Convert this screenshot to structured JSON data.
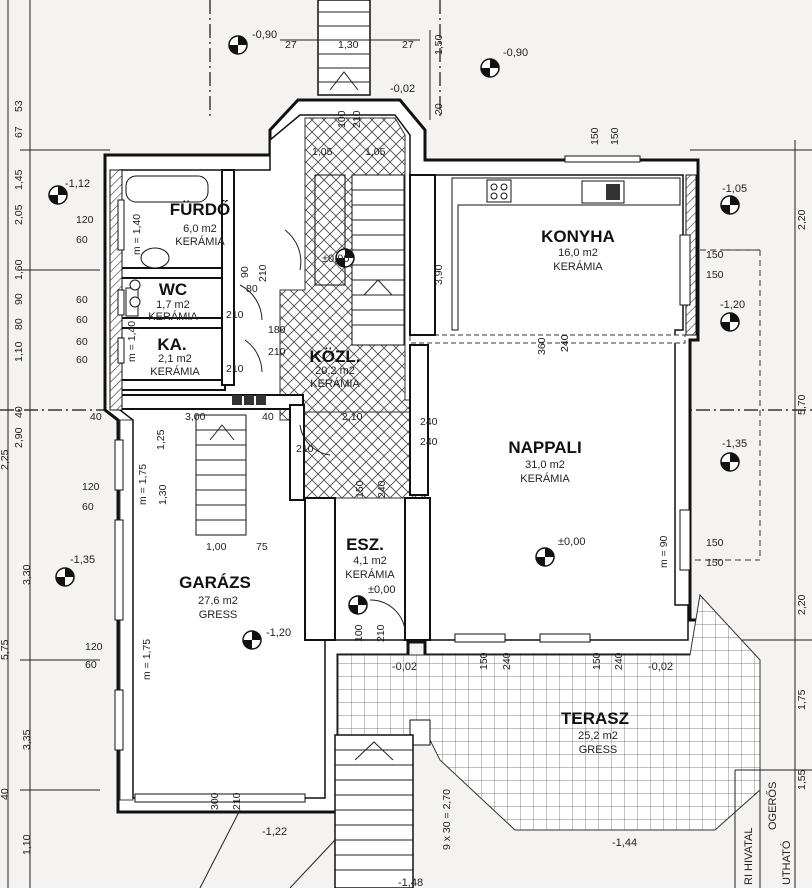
{
  "rooms": {
    "furdo": {
      "name": "FÜRDŐ",
      "area": "6,0 m2",
      "floor": "KERÁMIA"
    },
    "wc": {
      "name": "WC",
      "area": "1,7 m2",
      "floor": "KERÁMIA"
    },
    "kamra": {
      "name": "KA.",
      "area": "2,1 m2",
      "floor": "KERÁMIA"
    },
    "kozl": {
      "name": "KÖZL.",
      "area": "20,2 m2",
      "floor": "KERÁMIA"
    },
    "konyha": {
      "name": "KONYHA",
      "area": "16,0 m2",
      "floor": "KERÁMIA"
    },
    "nappali": {
      "name": "NAPPALI",
      "area": "31,0 m2",
      "floor": "KERÁMIA"
    },
    "esz": {
      "name": "ESZ.",
      "area": "4,1 m2",
      "floor": "KERÁMIA"
    },
    "garazs": {
      "name": "GARÁZS",
      "area": "27,6 m2",
      "floor": "GRESS"
    },
    "terasz": {
      "name": "TERASZ",
      "area": "25,2 m2",
      "floor": "GRESS"
    }
  },
  "levels": {
    "top_left": "-0,90",
    "top_right": "-0,90",
    "entry_top": "-0,02",
    "furdo_side": "-1,12",
    "konyha_side": "-1,05",
    "side_right_mid": "-1,20",
    "nappali_side": "-1,35",
    "garage_side": "-1,35",
    "garage_inner": "-1,20",
    "kozl_floor": "±0,00",
    "nappali_floor": "±0,00",
    "esz_floor": "±0,00",
    "esz_door": "-0,02",
    "terrace_door": "-0,02",
    "garage_front": "-1,22",
    "terrace_front": "-1,44",
    "stair_bottom": "-1,48"
  },
  "dims": {
    "top_27a": "27",
    "top_130": "1,30",
    "top_27b": "27",
    "top_150v": "1,50",
    "top_20": "20",
    "kozl_105a": "1,05",
    "kozl_105b": "1,05",
    "stair_210": "210",
    "stair_100": "100",
    "konyha_150a": "150",
    "konyha_150b": "150",
    "konyha_390": "3,90",
    "win_120a": "120",
    "win_60a": "60",
    "wc_60a": "60",
    "wc_60b": "60",
    "ka_60a": "60",
    "ka_60b": "60",
    "door_90": "90",
    "door_210a": "210",
    "door_80": "80",
    "door_180": "180",
    "door_210b": "210",
    "door_210c": "210",
    "door_210d": "210",
    "door_210e": "210",
    "m_furdo": "m = 1,40",
    "m_ka": "m = 1,40",
    "konyha_360": "360",
    "konyha_240": "240",
    "right_150a": "150",
    "right_150b": "150",
    "right_150c": "150",
    "right_150d": "150",
    "axis_40a": "40",
    "axis_300": "3,00",
    "axis_40b": "40",
    "axis_210": "2,10",
    "axis_240a": "240",
    "axis_240b": "240",
    "stair_125": "1,25",
    "stair_m175": "m = 1,75",
    "stair_130": "1,30",
    "stair_100h": "1,00",
    "stair_75": "75",
    "win_120b": "120",
    "win_60b": "60",
    "m_garage": "m = 1,75",
    "win_120c": "120",
    "win_60c": "60",
    "kozl_150": "150",
    "kozl_240": "240",
    "nappali_m90": "m = 90",
    "nappali_150": "150",
    "nappali_150b": "150",
    "esz_100": "100",
    "esz_210": "210",
    "garage_300": "300",
    "garage_210": "210",
    "terr_150a": "150",
    "terr_240a": "240",
    "terr_150b": "150",
    "terr_240b": "240",
    "stairs_930": "9 x 30 = 2,70",
    "l_053": "53",
    "l_067": "67",
    "l_145": "1,45",
    "l_205": "2,05",
    "l_160": "1,60",
    "l_090": "90",
    "l_080": "80",
    "l_110": "1,10",
    "l_040": "40",
    "l_290": "2,90",
    "l_225": "2,25",
    "l_330": "3,30",
    "l_575": "5,75",
    "l_335": "3,35",
    "l_040b": "40",
    "l_110b": "1,10",
    "r_220": "2,20",
    "r_570": "5,70",
    "r_220b": "2,20",
    "r_175": "1,75",
    "r_155": "1,55"
  },
  "margin_texts": {
    "right_a": "RI HIVATAL",
    "right_b": "OGERŐS",
    "right_c": "UTHATÓ"
  }
}
